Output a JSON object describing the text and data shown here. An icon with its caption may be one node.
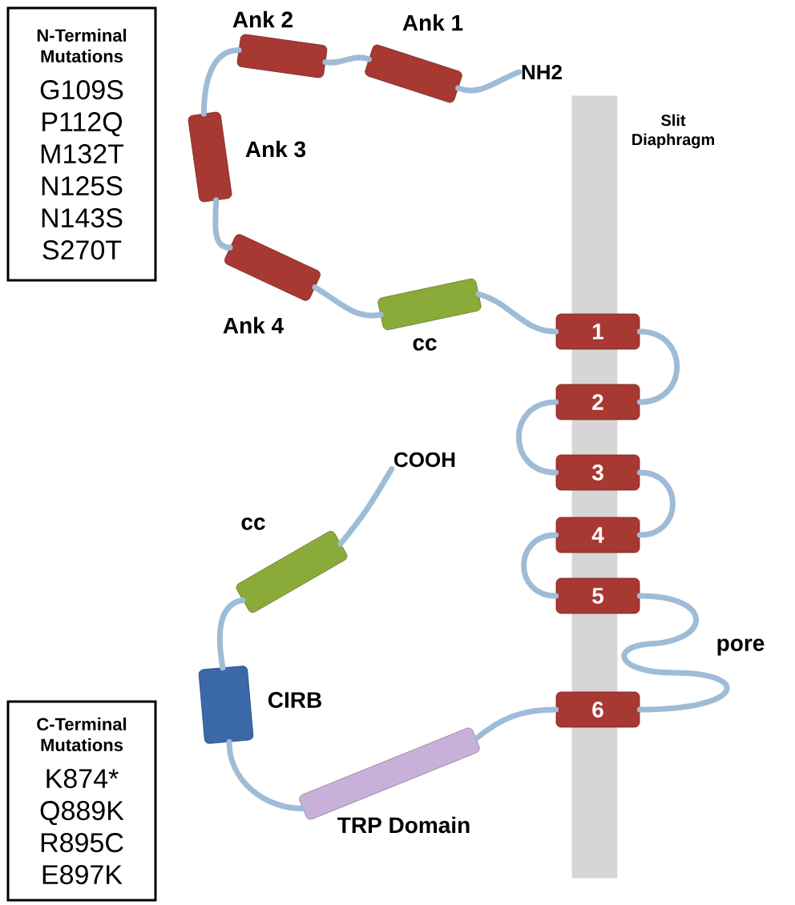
{
  "diagram": {
    "nodes": [
      {
        "text": [
          "N-Terminal Mutations",
          "G109S",
          "P112Q",
          "M132T",
          "N125S",
          "N143S",
          "S270T"
        ]
      },
      {
        "text": [],
        "shape": "cylinder",
        "beside": [
          "Ank 2"
        ]
      },
      {
        "text": [],
        "shape": "cylinder",
        "beside": [
          "Ank 1"
        ]
      },
      {
        "text": [
          "NH2"
        ]
      },
      {
        "text": [],
        "shape": "cylinder",
        "beside": [
          "Ank 3"
        ]
      },
      {
        "text": [],
        "shape": "bar",
        "beside": [
          "Slit Diaphragm"
        ]
      },
      {
        "text": [],
        "shape": "cylinder",
        "beside": [
          "Ank 4"
        ]
      },
      {
        "text": [],
        "shape": "cylinder",
        "beside": [
          "cc"
        ]
      },
      {
        "text": [
          "1"
        ]
      },
      {
        "text": [
          "2"
        ]
      },
      {
        "text": [
          "COOH"
        ]
      },
      {
        "text": [
          "3"
        ]
      },
      {
        "text": [],
        "shape": "cylinder",
        "beside": [
          "cc"
        ]
      },
      {
        "text": [
          "4"
        ]
      },
      {
        "text": [
          "5"
        ]
      },
      {
        "text": [],
        "shape": "cylinder",
        "beside": [
          "CIRB"
        ]
      },
      {
        "text": [
          "6"
        ]
      },
      {
        "text": [
          "C-Terminal Mutations",
          "K874*",
          "Q889K",
          "R895C",
          "E897K"
        ]
      },
      {
        "text": [],
        "shape": "cylinder",
        "beside": [
          "TRP Domain"
        ]
      }
    ],
    "edges": [
      {
        "from": 3,
        "to": 2,
        "arrow": "none"
      },
      {
        "from": 2,
        "to": 1,
        "arrow": "none"
      },
      {
        "from": 1,
        "to": 4,
        "arrow": "none"
      },
      {
        "from": 4,
        "to": 6,
        "arrow": "none"
      },
      {
        "from": 6,
        "to": 7,
        "arrow": "none"
      },
      {
        "from": 7,
        "to": 8,
        "arrow": "none"
      },
      {
        "from": 8,
        "to": 9,
        "arrow": "none"
      },
      {
        "from": 9,
        "to": 11,
        "arrow": "none"
      },
      {
        "from": 11,
        "to": 13,
        "arrow": "none"
      },
      {
        "from": 13,
        "to": 14,
        "arrow": "none"
      },
      {
        "from": 14,
        "to": 16,
        "arrow": "none",
        "label": "pore"
      },
      {
        "from": 16,
        "to": 18,
        "arrow": "none"
      },
      {
        "from": 18,
        "to": 15,
        "arrow": "none"
      },
      {
        "from": 15,
        "to": 12,
        "arrow": "none"
      },
      {
        "from": 12,
        "to": 10,
        "arrow": "none"
      }
    ]
  }
}
